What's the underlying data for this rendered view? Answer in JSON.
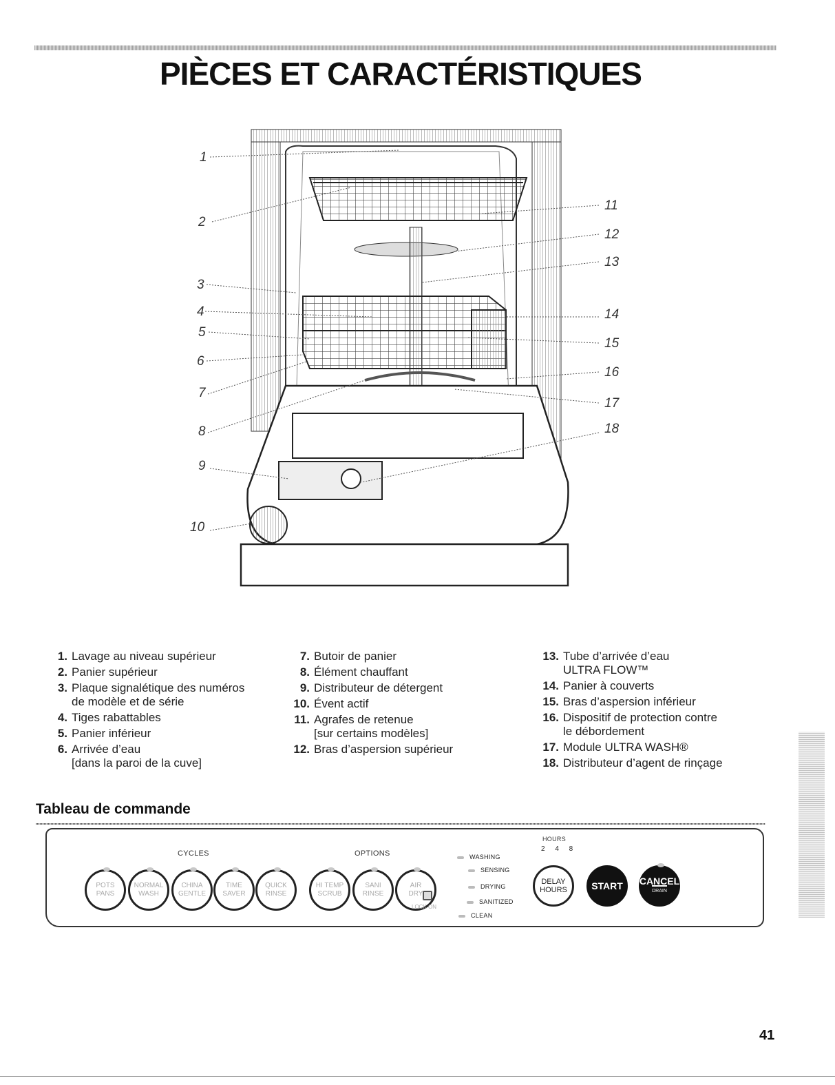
{
  "page": {
    "title": "PIÈCES ET CARACTÉRISTIQUES",
    "page_number": "41"
  },
  "diagram": {
    "callouts": [
      "1",
      "2",
      "3",
      "4",
      "5",
      "6",
      "7",
      "8",
      "9",
      "10",
      "11",
      "12",
      "13",
      "14",
      "15",
      "16",
      "17",
      "18"
    ]
  },
  "parts": {
    "col1": [
      {
        "num": "1.",
        "text": "Lavage au niveau supérieur",
        "sub": ""
      },
      {
        "num": "2.",
        "text": "Panier supérieur",
        "sub": ""
      },
      {
        "num": "3.",
        "text": "Plaque signalétique des numéros",
        "sub": "de modèle et de série"
      },
      {
        "num": "4.",
        "text": "Tiges rabattables",
        "sub": ""
      },
      {
        "num": "5.",
        "text": "Panier inférieur",
        "sub": ""
      },
      {
        "num": "6.",
        "text": "Arrivée d’eau",
        "sub": "[dans la paroi de la cuve]"
      }
    ],
    "col2": [
      {
        "num": "7.",
        "text": "Butoir de panier",
        "sub": ""
      },
      {
        "num": "8.",
        "text": "Élément chauffant",
        "sub": ""
      },
      {
        "num": "9.",
        "text": "Distributeur de détergent",
        "sub": ""
      },
      {
        "num": "10.",
        "text": "Évent actif",
        "sub": ""
      },
      {
        "num": "11.",
        "text": "Agrafes de retenue",
        "sub": "[sur certains modèles]"
      },
      {
        "num": "12.",
        "text": "Bras d’aspersion supérieur",
        "sub": ""
      }
    ],
    "col3": [
      {
        "num": "13.",
        "text": "Tube d’arrivée d’eau",
        "sub": "ULTRA FLOW™"
      },
      {
        "num": "14.",
        "text": "Panier à couverts",
        "sub": ""
      },
      {
        "num": "15.",
        "text": "Bras d’aspersion inférieur",
        "sub": ""
      },
      {
        "num": "16.",
        "text": "Dispositif de protection contre",
        "sub": "le débordement"
      },
      {
        "num": "17.",
        "text": "Module ULTRA WASH®",
        "sub": ""
      },
      {
        "num": "18.",
        "text": "Distributeur d’agent de rinçage",
        "sub": ""
      }
    ]
  },
  "control_panel": {
    "heading": "Tableau de commande",
    "cycles_label": "Cycles",
    "options_label": "Options",
    "hours_label": "Hours",
    "hours_values": "2 4 8",
    "cycle_buttons": [
      {
        "line1": "Pots",
        "line2": "Pans"
      },
      {
        "line1": "Normal",
        "line2": "Wash"
      },
      {
        "line1": "China",
        "line2": "Gentle"
      },
      {
        "line1": "Time",
        "line2": "Saver"
      },
      {
        "line1": "Quick",
        "line2": "Rinse"
      }
    ],
    "option_buttons": [
      {
        "line1": "Hi Temp",
        "line2": "Scrub"
      },
      {
        "line1": "Sani",
        "line2": "Rinse"
      },
      {
        "line1": "Air",
        "line2": "Dry"
      }
    ],
    "lock_label": "Lock On",
    "status_indicators": [
      "Washing",
      "Sensing",
      "Drying",
      "Sanitized",
      "Clean"
    ],
    "delay_button": {
      "line1": "Delay",
      "line2": "Hours"
    },
    "start_button": {
      "line1": "Start"
    },
    "cancel_button": {
      "line1": "Cancel",
      "line2": "Drain"
    }
  }
}
